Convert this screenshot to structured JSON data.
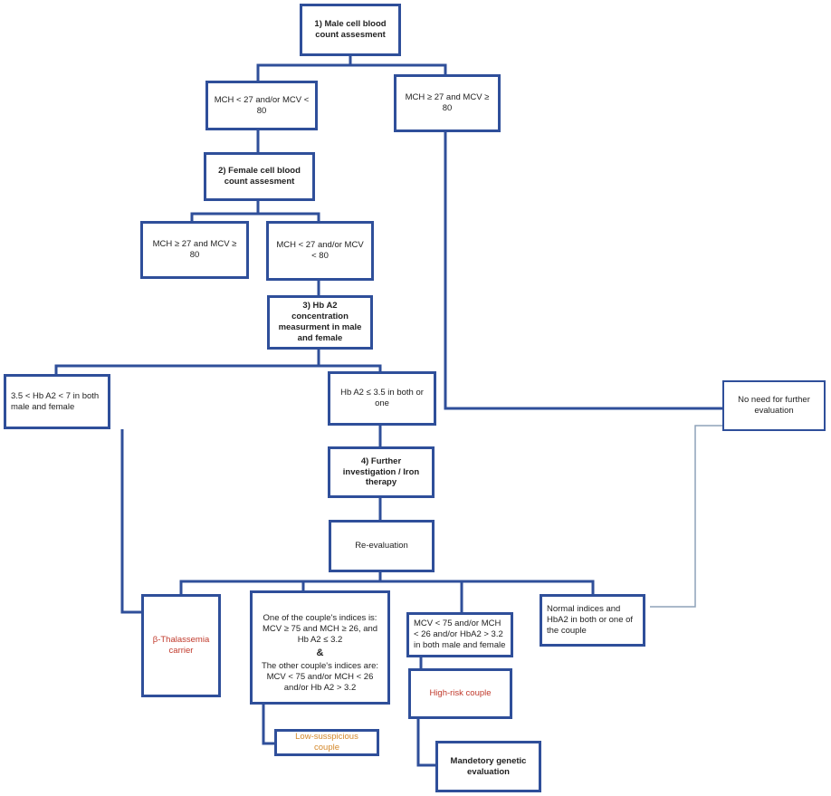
{
  "nodes": {
    "male_cbc": "1) Male cell blood count assesment",
    "male_low": "MCH < 27 and/or MCV < 80",
    "male_normal": "MCH ≥ 27 and MCV ≥ 80",
    "female_cbc": "2) Female cell blood count assesment",
    "female_normal": "MCH ≥ 27 and MCV ≥ 80",
    "female_low": "MCH < 27 and/or MCV < 80",
    "hba2_measure": "3) Hb A2 concentration measurment in male and female",
    "hba2_high": "3.5 < Hb A2 < 7 in both male and female",
    "hba2_normal": "Hb A2 ≤ 3.5 in both or one",
    "no_further": "No need for further evaluation",
    "further_invest": "4) Further investigation / Iron therapy",
    "re_eval": "Re-evaluation",
    "beta_carrier": "β-Thalassemia carrier",
    "couple_indices_1": "One of the couple's indices is: MCV ≥ 75 and MCH ≥ 26, and Hb A2 ≤ 3.2",
    "couple_amp": "&",
    "couple_indices_2": "The other couple's indices are: MCV < 75 and/or MCH < 26 and/or Hb A2 > 3.2",
    "high_indices": "MCV < 75 and/or MCH < 26 and/or HbA2 > 3.2 in both male and female",
    "normal_indices": "Normal indices and HbA2 in both or one of the couple",
    "low_suspicious": "Low-susspicious couple",
    "high_risk": "High-risk couple",
    "mandatory_genetic": "Mandetory genetic evaluation"
  },
  "colors": {
    "box_border": "#2f4f9a",
    "connector": "#2f4f9a",
    "connector_gray": "#8ea2b8",
    "alert_text": "#c0392b",
    "caution_text": "#d4882b"
  }
}
